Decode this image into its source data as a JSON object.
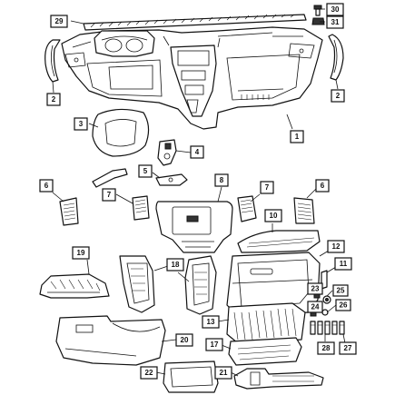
{
  "diagram": {
    "stroke_color": "#111111",
    "callouts": [
      {
        "id": "c29",
        "label": "29"
      },
      {
        "id": "c30",
        "label": "30"
      },
      {
        "id": "c31",
        "label": "31"
      },
      {
        "id": "c2l",
        "label": "2"
      },
      {
        "id": "c2r",
        "label": "2"
      },
      {
        "id": "c3",
        "label": "3"
      },
      {
        "id": "c1",
        "label": "1"
      },
      {
        "id": "c4",
        "label": "4"
      },
      {
        "id": "c5",
        "label": "5"
      },
      {
        "id": "c6l",
        "label": "6"
      },
      {
        "id": "c7l",
        "label": "7"
      },
      {
        "id": "c8",
        "label": "8"
      },
      {
        "id": "c7r",
        "label": "7"
      },
      {
        "id": "c6r",
        "label": "6"
      },
      {
        "id": "c10",
        "label": "10"
      },
      {
        "id": "c19",
        "label": "19"
      },
      {
        "id": "c18",
        "label": "18"
      },
      {
        "id": "c12",
        "label": "12"
      },
      {
        "id": "c11",
        "label": "11"
      },
      {
        "id": "c23",
        "label": "23"
      },
      {
        "id": "c25",
        "label": "25"
      },
      {
        "id": "c24",
        "label": "24"
      },
      {
        "id": "c26",
        "label": "26"
      },
      {
        "id": "c13",
        "label": "13"
      },
      {
        "id": "c20",
        "label": "20"
      },
      {
        "id": "c17",
        "label": "17"
      },
      {
        "id": "c28",
        "label": "28"
      },
      {
        "id": "c27",
        "label": "27"
      },
      {
        "id": "c22",
        "label": "22"
      },
      {
        "id": "c21",
        "label": "21"
      }
    ]
  }
}
